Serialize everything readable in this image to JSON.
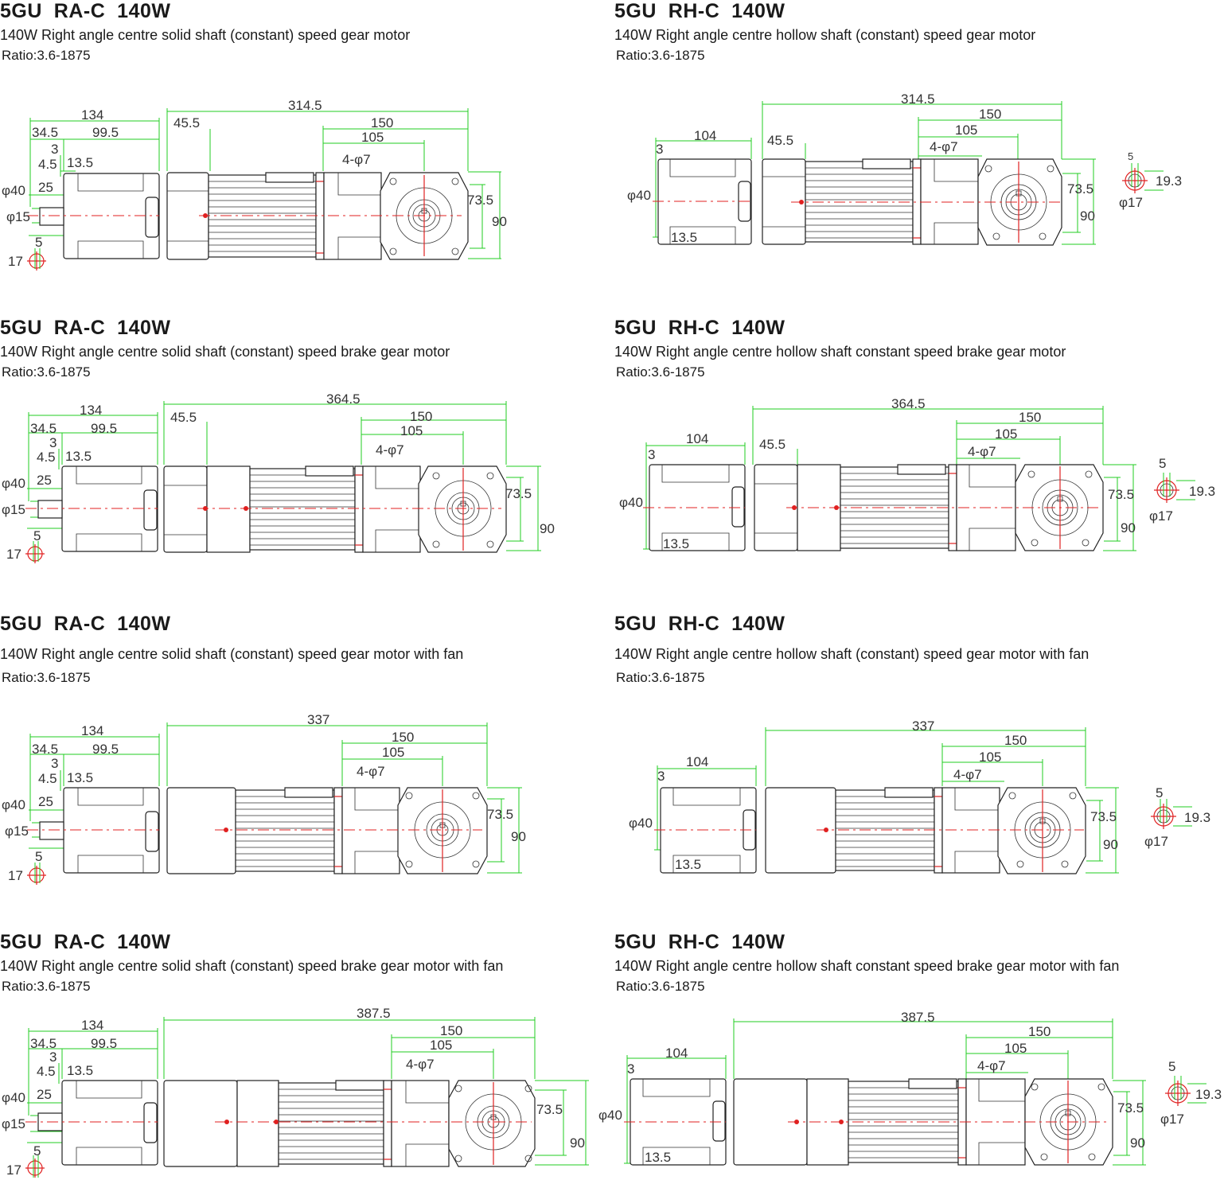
{
  "colors": {
    "dimension_line": "#22cc22",
    "outline": "#222222",
    "centerline": "#e02020"
  },
  "panels": [
    {
      "id": "ra-std",
      "title": "5GU  RA-C  140W",
      "desc": "140W Right angle centre solid shaft (constant) speed gear motor",
      "ratio": "Ratio:3.6-1875",
      "dims": {
        "overall": "314.5",
        "d150": "150",
        "d105": "105",
        "holes": "4-φ7",
        "d455": "45.5",
        "d134": "134",
        "d345": "34.5",
        "d995": "99.5",
        "d3": "3",
        "d45": "4.5",
        "d135": "13.5",
        "phi40": "φ40",
        "d25": "25",
        "phi15": "φ15",
        "d5": "5",
        "d17": "17",
        "d735": "73.5",
        "d90": "90"
      }
    },
    {
      "id": "rh-std",
      "title": "5GU  RH-C  140W",
      "desc": "140W Right angle centre hollow shaft (constant) speed gear motor",
      "ratio": "Ratio:3.6-1875",
      "dims": {
        "overall": "314.5",
        "d150": "150",
        "d105": "105",
        "holes": "4-φ7",
        "d455": "45.5",
        "d104": "104",
        "d3": "3",
        "phi40": "φ40",
        "d135": "13.5",
        "d735": "73.5",
        "d90": "90",
        "d5": "5",
        "d193": "19.3",
        "phi17": "φ17"
      }
    },
    {
      "id": "ra-brake",
      "title": "5GU  RA-C  140W",
      "desc": "140W Right angle centre solid shaft (constant) speed brake gear motor",
      "ratio": "Ratio:3.6-1875",
      "dims": {
        "overall": "364.5",
        "d150": "150",
        "d105": "105",
        "holes": "4-φ7",
        "d455": "45.5",
        "d134": "134",
        "d345": "34.5",
        "d995": "99.5",
        "d3": "3",
        "d45": "4.5",
        "d135": "13.5",
        "phi40": "φ40",
        "d25": "25",
        "phi15": "φ15",
        "d5": "5",
        "d17": "17",
        "d735": "73.5",
        "d90": "90"
      }
    },
    {
      "id": "rh-brake",
      "title": "5GU  RH-C  140W",
      "desc": "140W Right angle centre hollow shaft constant speed brake gear motor",
      "ratio": "Ratio:3.6-1875",
      "dims": {
        "overall": "364.5",
        "d150": "150",
        "d105": "105",
        "holes": "4-φ7",
        "d455": "45.5",
        "d104": "104",
        "d3": "3",
        "phi40": "φ40",
        "d135": "13.5",
        "d735": "73.5",
        "d90": "90",
        "d5": "5",
        "d193": "19.3",
        "phi17": "φ17"
      }
    },
    {
      "id": "ra-fan",
      "title": "5GU  RA-C  140W",
      "desc": "140W Right angle centre solid shaft (constant) speed gear motor with fan",
      "ratio": "Ratio:3.6-1875",
      "dims": {
        "overall": "337",
        "d150": "150",
        "d105": "105",
        "holes": "4-φ7",
        "d134": "134",
        "d345": "34.5",
        "d995": "99.5",
        "d3": "3",
        "d45": "4.5",
        "d135": "13.5",
        "phi40": "φ40",
        "d25": "25",
        "phi15": "φ15",
        "d5": "5",
        "d17": "17",
        "d735": "73.5",
        "d90": "90"
      }
    },
    {
      "id": "rh-fan",
      "title": "5GU  RH-C  140W",
      "desc": "140W Right angle centre hollow shaft (constant) speed gear motor with fan",
      "ratio": "Ratio:3.6-1875",
      "dims": {
        "overall": "337",
        "d150": "150",
        "d105": "105",
        "holes": "4-φ7",
        "d104": "104",
        "d3": "3",
        "phi40": "φ40",
        "d135": "13.5",
        "d735": "73.5",
        "d90": "90",
        "d5": "5",
        "d193": "19.3",
        "phi17": "φ17"
      }
    },
    {
      "id": "ra-brake-fan",
      "title": "5GU  RA-C  140W",
      "desc": "140W Right angle centre solid shaft (constant) speed brake gear motor with fan",
      "ratio": "Ratio:3.6-1875",
      "dims": {
        "overall": "387.5",
        "d150": "150",
        "d105": "105",
        "holes": "4-φ7",
        "d134": "134",
        "d345": "34.5",
        "d995": "99.5",
        "d3": "3",
        "d45": "4.5",
        "d135": "13.5",
        "phi40": "φ40",
        "d25": "25",
        "phi15": "φ15",
        "d5": "5",
        "d17": "17",
        "d735": "73.5",
        "d90": "90"
      }
    },
    {
      "id": "rh-brake-fan",
      "title": "5GU  RH-C  140W",
      "desc": "140W Right angle centre hollow shaft constant speed brake gear motor with fan",
      "ratio": "Ratio:3.6-1875",
      "dims": {
        "overall": "387.5",
        "d150": "150",
        "d105": "105",
        "holes": "4-φ7",
        "d104": "104",
        "d3": "3",
        "phi40": "φ40",
        "d135": "13.5",
        "d735": "73.5",
        "d90": "90",
        "d5": "5",
        "d193": "19.3",
        "phi17": "φ17"
      }
    }
  ]
}
